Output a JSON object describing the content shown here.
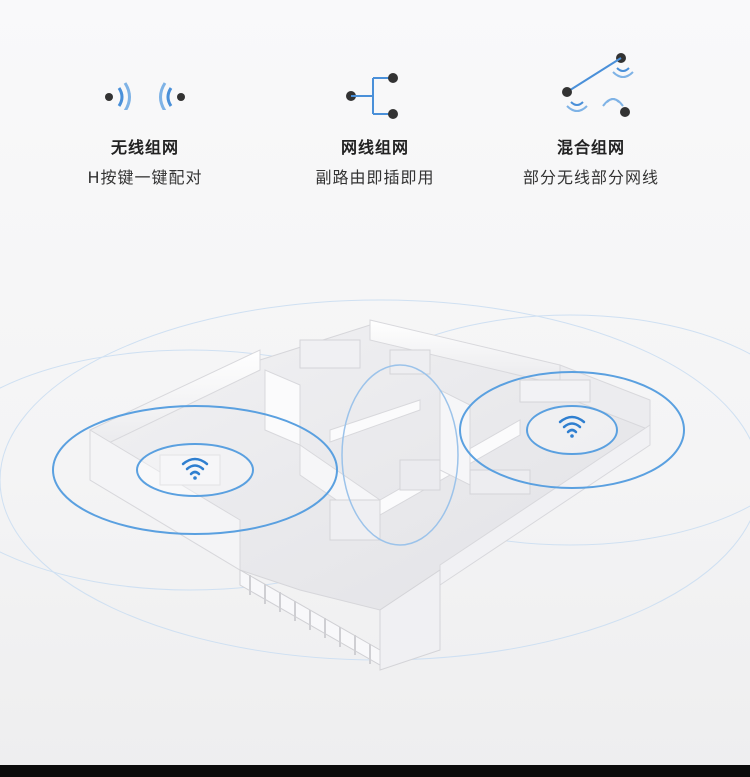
{
  "features": [
    {
      "icon": "wireless-mesh-icon",
      "title": "无线组网",
      "subtitle": "H按键一键配对"
    },
    {
      "icon": "wired-mesh-icon",
      "title": "网线组网",
      "subtitle": "副路由即插即用"
    },
    {
      "icon": "hybrid-mesh-icon",
      "title": "混合组网",
      "subtitle": "部分无线部分网线"
    }
  ],
  "colors": {
    "accent": "#2f7fd0",
    "icon_dark": "#333333",
    "wifi_ring": "#5aa0e0"
  }
}
